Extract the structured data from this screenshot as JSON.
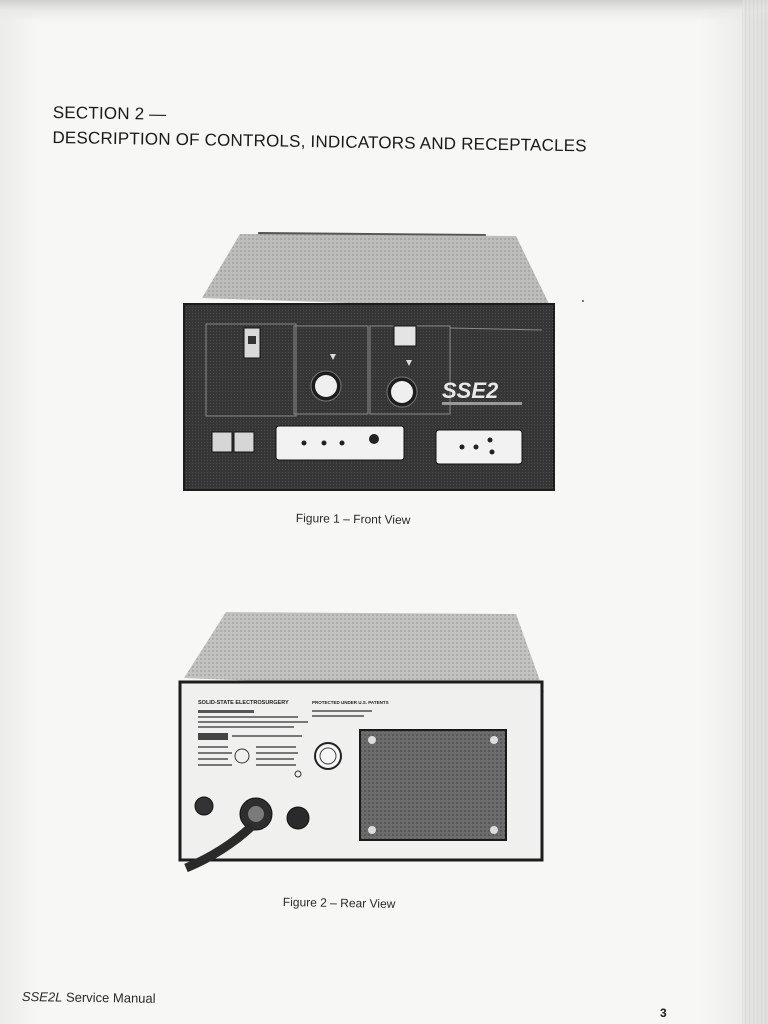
{
  "heading": {
    "line1": "SECTION 2 —",
    "line2": "DESCRIPTION OF CONTROLS, INDICATORS AND RECEPTACLES"
  },
  "figures": [
    {
      "caption": "Figure 1 – Front View",
      "panel_brand": "SSE2"
    },
    {
      "caption": "Figure 2 – Rear View",
      "label_title": "SOLID-STATE ELECTROSURGERY",
      "patent_text": "PROTECTED UNDER U.S. PATENTS"
    }
  ],
  "footer": {
    "model": "SSE2L",
    "manual": "Service Manual",
    "page_number": "3"
  },
  "colors": {
    "paper": "#f4f4f2",
    "panel_dark": "#2b2b2b",
    "ink": "#1a1a1a"
  }
}
